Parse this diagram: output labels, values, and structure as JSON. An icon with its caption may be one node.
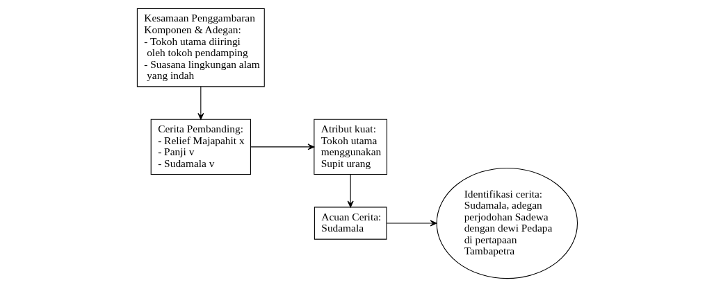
{
  "diagram": {
    "nodes": [
      {
        "text": [
          "Kesamaan Penggambaran Komponen & Adegan:",
          "- Tokoh utama diiringi oleh tokoh pendamping",
          "- Suasana lingkungan alam yang indah"
        ]
      },
      {
        "text": [
          "Cerita Pembanding:",
          "- Relief Majapahit x",
          "- Panji v",
          "- Sudamala v"
        ]
      },
      {
        "text": [
          "Atribut kuat: Tokoh utama menggunakan Supit urang"
        ]
      },
      {
        "text": [
          "Acuan Cerita: Sudamala"
        ]
      },
      {
        "text": [
          "Identifikasi cerita: Sudamala, adegan perjodohan Sadewa dengan dewi Pedapa di pertapaan Tambapetra"
        ]
      }
    ],
    "edges": [
      {
        "from": 0,
        "to": 1,
        "arrow": "to"
      },
      {
        "from": 1,
        "to": 2,
        "arrow": "to"
      },
      {
        "from": 2,
        "to": 3,
        "arrow": "to"
      },
      {
        "from": 3,
        "to": 4,
        "arrow": "to"
      }
    ]
  }
}
